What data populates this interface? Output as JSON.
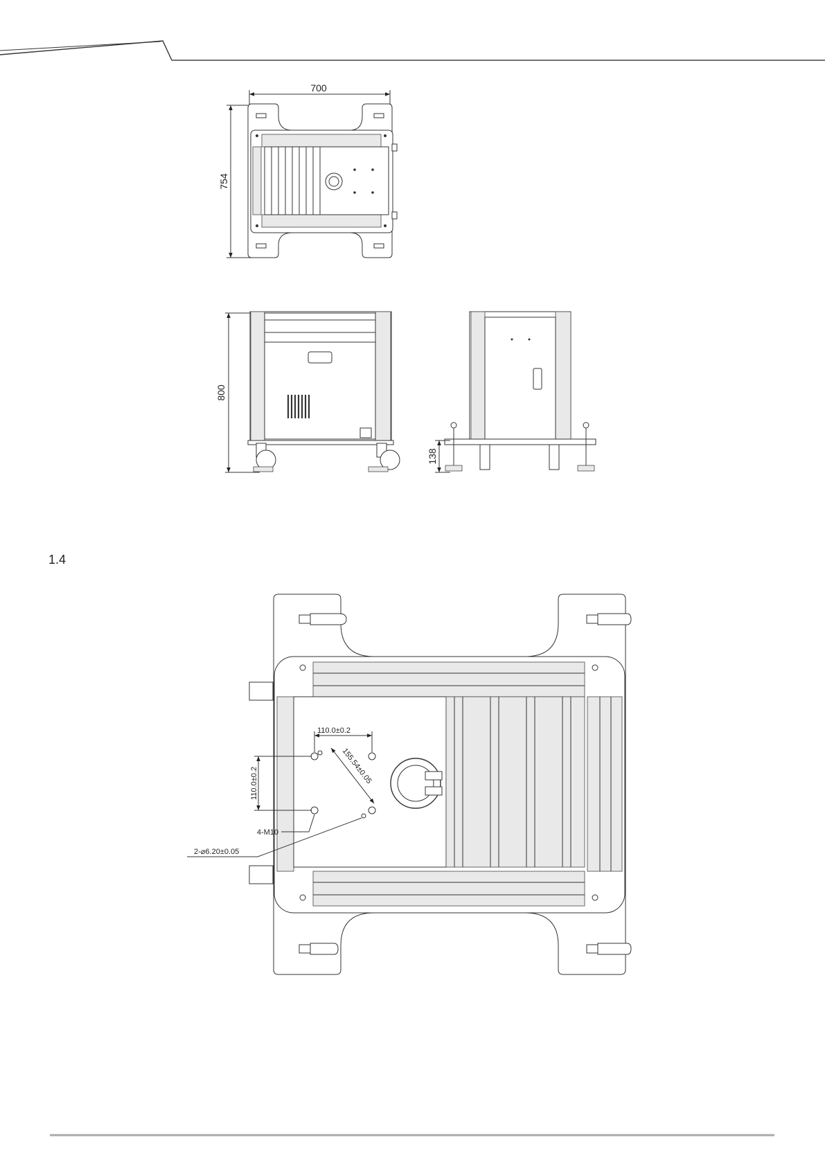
{
  "section": {
    "number": "1.4"
  },
  "views": {
    "top": {
      "width_dim": "700",
      "depth_dim": "754"
    },
    "front": {
      "height_dim": "800"
    },
    "side": {
      "caster_dim": "138"
    }
  },
  "mounting_plate": {
    "dim_horizontal": "110.0±0.2",
    "dim_vertical": "110.0±0.2",
    "dim_diagonal": "155.54±0.05",
    "thread_callout": "4-M10",
    "pin_callout": "2-⌀6.20±0.05"
  }
}
